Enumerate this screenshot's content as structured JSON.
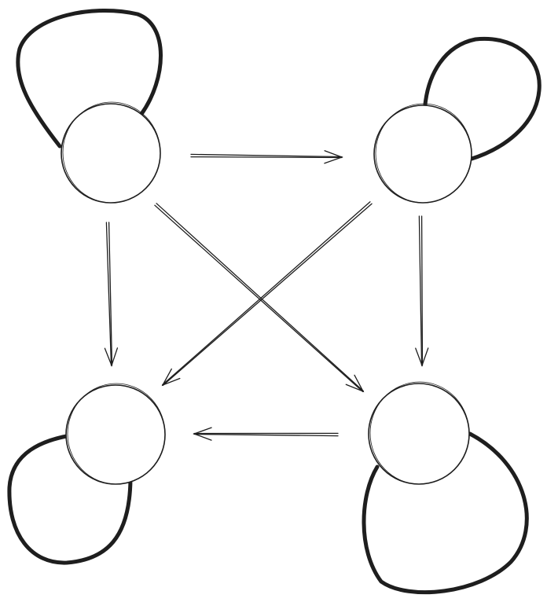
{
  "diagram": {
    "stroke_color": "#1e1e1e",
    "background": "#ffffff",
    "nodes": [
      {
        "id": "n1",
        "self_loop": true
      },
      {
        "id": "n2",
        "self_loop": true
      },
      {
        "id": "n3",
        "self_loop": true
      },
      {
        "id": "n4",
        "self_loop": true
      }
    ],
    "edges": [
      {
        "from": "n1",
        "to": "n2"
      },
      {
        "from": "n1",
        "to": "n3"
      },
      {
        "from": "n1",
        "to": "n4"
      },
      {
        "from": "n2",
        "to": "n3"
      },
      {
        "from": "n2",
        "to": "n4"
      },
      {
        "from": "n4",
        "to": "n3"
      }
    ]
  }
}
